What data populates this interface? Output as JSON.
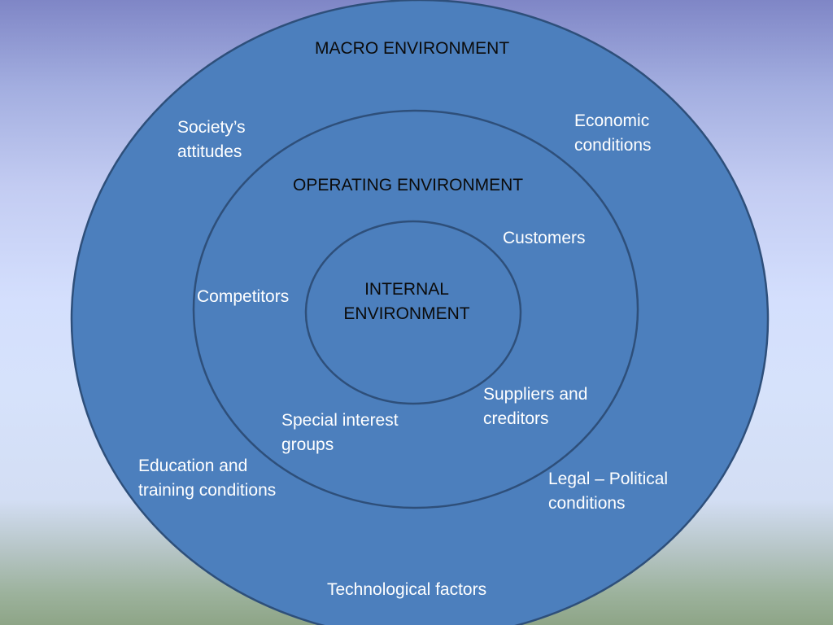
{
  "diagram": {
    "levels": {
      "macro": "MACRO ENVIRONMENT",
      "operating": "OPERATING ENVIRONMENT",
      "internal": [
        "INTERNAL",
        "ENVIRONMENT"
      ]
    },
    "macro_factors": {
      "society": [
        "Society’s",
        "attitudes"
      ],
      "economic": [
        "Economic",
        "conditions"
      ],
      "education": [
        "Education and",
        "training conditions"
      ],
      "legal": [
        "Legal – Political",
        "conditions"
      ],
      "technology": "Technological factors"
    },
    "operating_factors": {
      "customers": "Customers",
      "competitors": "Competitors",
      "suppliers": [
        "Suppliers and",
        "creditors"
      ],
      "special_interest": [
        "Special interest",
        "groups"
      ]
    },
    "colors": {
      "circle_fill": "#4c7fbd",
      "circle_stroke": "#2e4f7a",
      "label_light": "#ffffff",
      "label_dark": "#0b0b0b"
    }
  }
}
